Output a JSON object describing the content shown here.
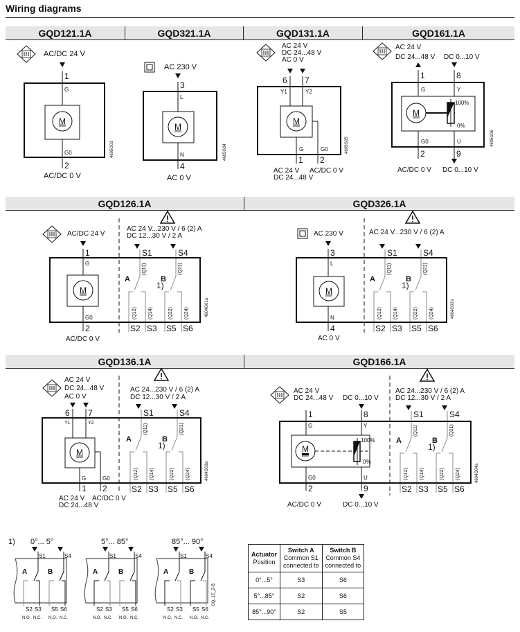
{
  "page": {
    "title": "Wiring diagrams"
  },
  "headers": {
    "row1": [
      "GQD121.1A",
      "GQD321.1A",
      "GQD131.1A",
      "GQD161.1A"
    ],
    "row2": [
      "GQD126.1A",
      "GQD326.1A"
    ],
    "row3": [
      "GQD136.1A",
      "GQD166.1A"
    ]
  },
  "icons": {
    "safety_extra_low_voltage": "III",
    "double_insulation": "square-in-square",
    "warning": "!"
  },
  "motor_label": "M",
  "diagrams": {
    "gqd121": {
      "supply": "AC/DC 24 V",
      "term_top": "1",
      "int_top": "G",
      "term_bot": "2",
      "int_bot": "G0",
      "bottom": "AC/DC 0 V",
      "code": "4605G03"
    },
    "gqd321": {
      "supply": "AC 230 V",
      "term_top": "3",
      "int_top": "L",
      "term_bot": "4",
      "int_bot": "N",
      "bottom": "AC 0 V",
      "code": "4605G04"
    },
    "gqd131": {
      "supply": [
        "AC 24 V",
        "DC 24...48 V",
        "AC 0 V"
      ],
      "term_6": "6",
      "term_7": "7",
      "int_y1": "Y1",
      "int_y2": "Y2",
      "term_1": "1",
      "term_2": "2",
      "int_g": "G",
      "int_g0": "G0",
      "bottom_1": [
        "AC 24 V",
        "DC 24...48 V"
      ],
      "bottom_2": "AC/DC 0 V",
      "code": "4605G05"
    },
    "gqd161": {
      "supply_1": "AC 24 V",
      "supply_2": "DC 24...48 V",
      "signal_in": "DC 0...10 V",
      "term_1": "1",
      "term_8": "8",
      "int_g": "G",
      "int_y": "Y",
      "term_2": "2",
      "term_9": "9",
      "int_g0": "G0",
      "int_u": "U",
      "pct_max": "100%",
      "pct_min": "0%",
      "bottom_1": "AC/DC 0 V",
      "bottom_2": "DC 0...10 V",
      "code": "4605G06"
    },
    "gqd126": {
      "supply": "AC/DC 24 V",
      "switch_rating": [
        "AC 24 V...230 V / 6 (2) A",
        "DC 12...30 V / 2 A"
      ],
      "term_top": "1",
      "int_top": "G",
      "term_bot": "2",
      "int_bot": "G0",
      "bottom": "AC/DC 0 V",
      "code": "4604G01a"
    },
    "gqd326": {
      "supply": "AC 230 V",
      "switch_rating": [
        "AC 24 V...230 V / 6 (2) A"
      ],
      "term_top": "3",
      "int_top": "L",
      "term_bot": "4",
      "int_bot": "N",
      "bottom": "AC 0 V",
      "code": "4604G02a"
    },
    "gqd136": {
      "supply": [
        "AC 24 V",
        "DC 24...48 V",
        "AC 0 V"
      ],
      "switch_rating": [
        "AC 24...230 V / 6 (2) A",
        "DC 12...30 V / 2 A"
      ],
      "term_6": "6",
      "term_7": "7",
      "int_y1": "Y1",
      "int_y2": "Y2",
      "term_1": "1",
      "term_2": "2",
      "int_g": "G",
      "int_g0": "G0",
      "bottom_1": [
        "AC 24 V",
        "DC 24...48 V"
      ],
      "bottom_2": "AC/DC 0 V",
      "code": "4604G03a"
    },
    "gqd166": {
      "supply": [
        "AC 24 V",
        "DC 24...48 V"
      ],
      "signal_in": "DC 0...10 V",
      "switch_rating": [
        "AC 24...230 V / 6 (2) A",
        "DC 12...30 V / 2 A"
      ],
      "term_1": "1",
      "term_8": "8",
      "int_g": "G",
      "int_y": "Y",
      "term_2": "2",
      "term_9": "9",
      "int_g0": "G0",
      "int_u": "U",
      "pct_max": "100%",
      "pct_min": "0%",
      "bottom_1": "AC/DC 0 V",
      "bottom_2": "DC 0...10 V",
      "code": "4604G04a"
    }
  },
  "switches": {
    "s1": "S1",
    "s4": "S4",
    "a": "A",
    "b": "B",
    "q11": "(Q11)",
    "q21": "(Q21)",
    "q12": "(Q12)",
    "q14": "(Q14)",
    "q22": "(Q22)",
    "q24": "(Q24)",
    "s2": "S2",
    "s3": "S3",
    "s5": "S5",
    "s6": "S6",
    "note": "1)"
  },
  "footnote": {
    "marker": "1)",
    "positions": [
      "0°... 5°",
      "5°... 85°",
      "85°... 90°"
    ],
    "no": "N.O.",
    "nc": "N.C.",
    "code": "GQ..1E_Z-B"
  },
  "position_table": {
    "headers": [
      {
        "bold": "Actuator",
        "sub": [
          "Position"
        ]
      },
      {
        "bold": "Switch A",
        "sub": [
          "Common S1",
          "connected to"
        ]
      },
      {
        "bold": "Switch B",
        "sub": [
          "Common S4",
          "connected to"
        ]
      }
    ],
    "rows": [
      [
        "0°...5°",
        "S3",
        "S6"
      ],
      [
        "5°...85°",
        "S2",
        "S6"
      ],
      [
        "85°...90°",
        "S2",
        "S5"
      ]
    ]
  }
}
